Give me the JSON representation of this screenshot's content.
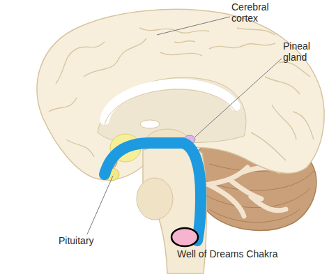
{
  "diagram": {
    "labels": [
      "Cerebral cortex",
      "Pineal gland",
      "Pituitary",
      "Well of Dreams Chakra"
    ]
  }
}
